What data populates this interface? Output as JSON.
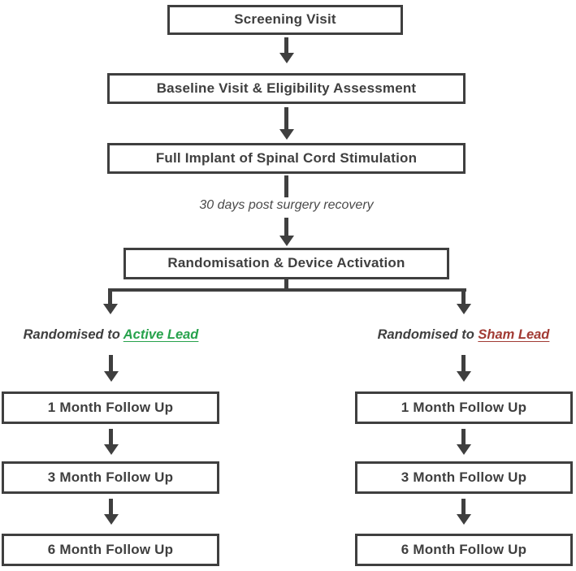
{
  "flow": {
    "boxes": {
      "screening": "Screening Visit",
      "baseline": "Baseline Visit & Eligibility Assessment",
      "implant": "Full Implant of Spinal Cord Stimulation",
      "randomisation": "Randomisation & Device Activation"
    },
    "note": "30 days post surgery recovery",
    "branches": {
      "active": {
        "label_prefix": "Randomised to ",
        "label_highlight": "Active Lead",
        "highlight_color": "#27A24C",
        "followups": [
          "1 Month Follow Up",
          "3 Month Follow Up",
          "6 Month Follow Up"
        ]
      },
      "sham": {
        "label_prefix": "Randomised to ",
        "label_highlight": "Sham Lead",
        "highlight_color": "#A23B34",
        "followups": [
          "1 Month Follow Up",
          "3 Month Follow Up",
          "6 Month Follow Up"
        ]
      }
    },
    "palette": {
      "line_color": "#3F3F3F",
      "text_color": "#3F3F3F",
      "background": "#FFFFFF"
    }
  }
}
